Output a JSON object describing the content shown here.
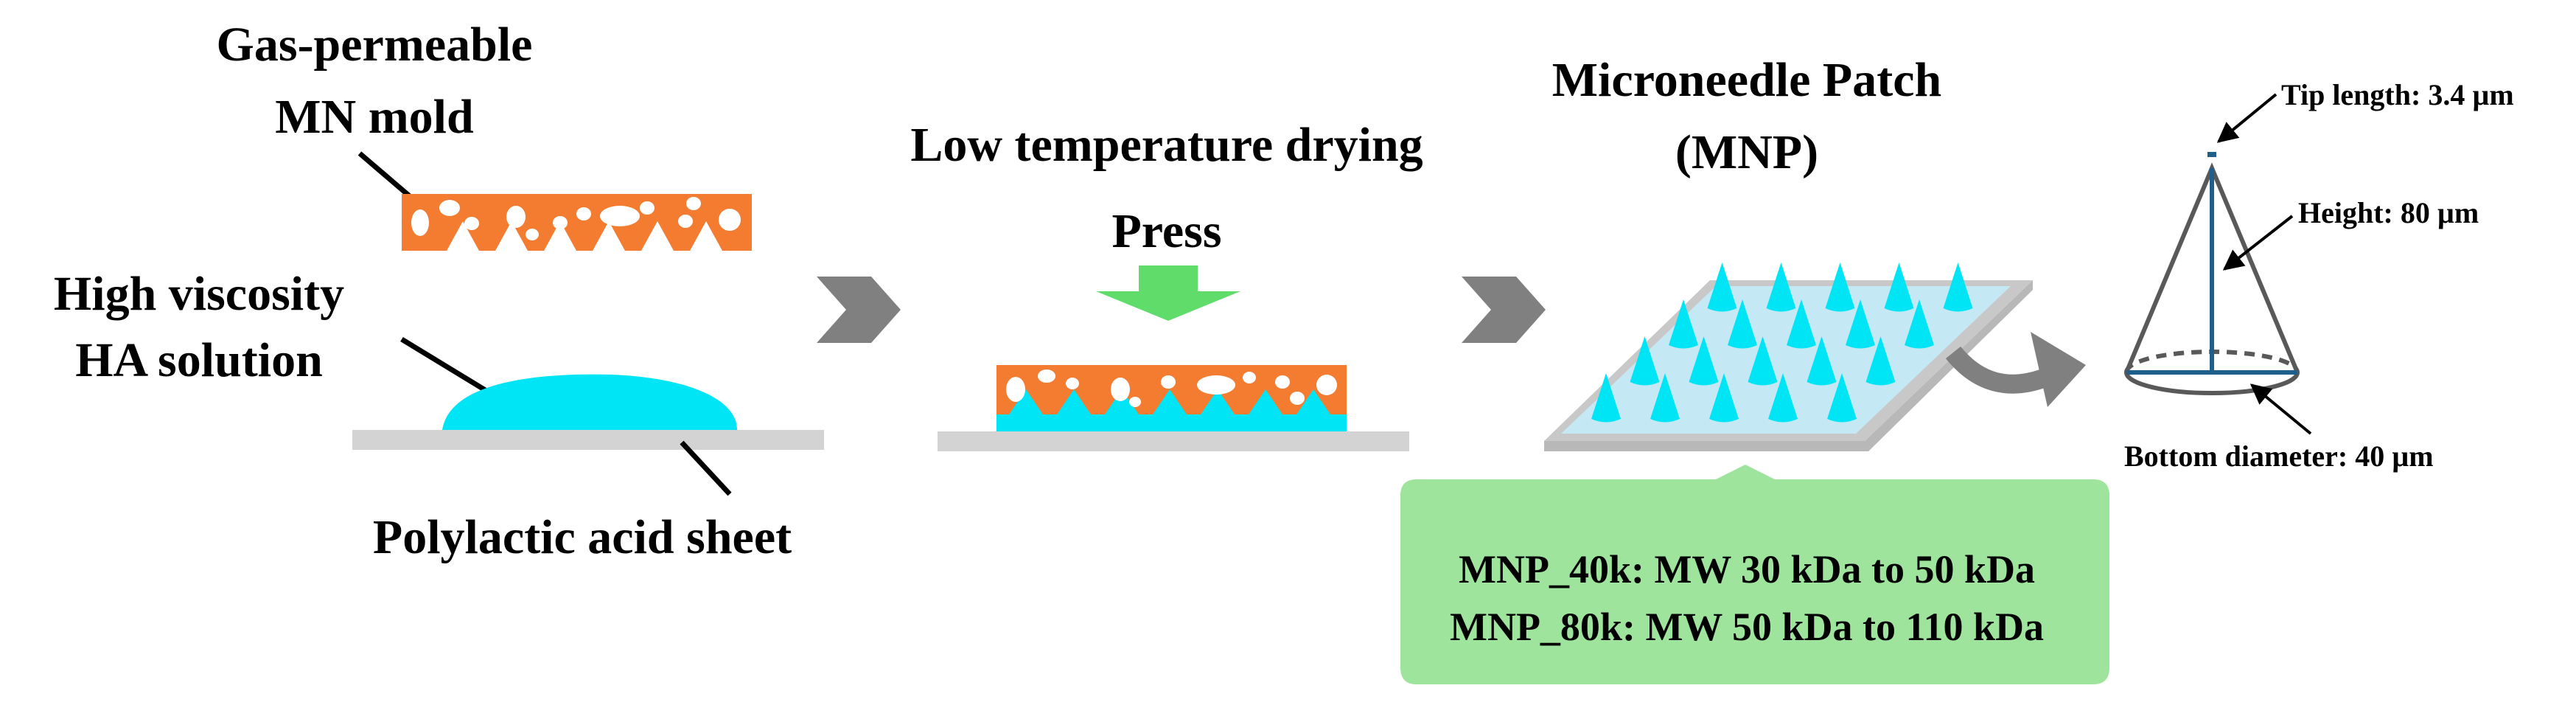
{
  "labels": {
    "mold_line1": "Gas-permeable",
    "mold_line2": "MN mold",
    "solution_line1": "High viscosity",
    "solution_line2": "HA solution",
    "sheet": "Polylactic acid sheet",
    "drying": "Low temperature drying",
    "press": "Press",
    "patch_line1": "Microneedle Patch",
    "patch_line2": "(MNP)",
    "tip": "Tip length: 3.4 µm",
    "height": "Height: 80 µm",
    "diameter": "Bottom diameter: 40 µm"
  },
  "info_box": {
    "line1": "MNP_40k: MW 30 kDa to 50 kDa",
    "line2": "MNP_80k: MW 50 kDa to 110 kDa"
  },
  "colors": {
    "mold": "#f47c30",
    "solution": "#00e5f5",
    "sheet": "#d3d3d3",
    "press_arrow": "#5fdc6a",
    "flow_arrow": "#808080",
    "patch_base": "#c5e8f5",
    "info_box": "#9ee49c",
    "cone_outline": "#595959",
    "cone_axis": "#1f5f8b"
  }
}
